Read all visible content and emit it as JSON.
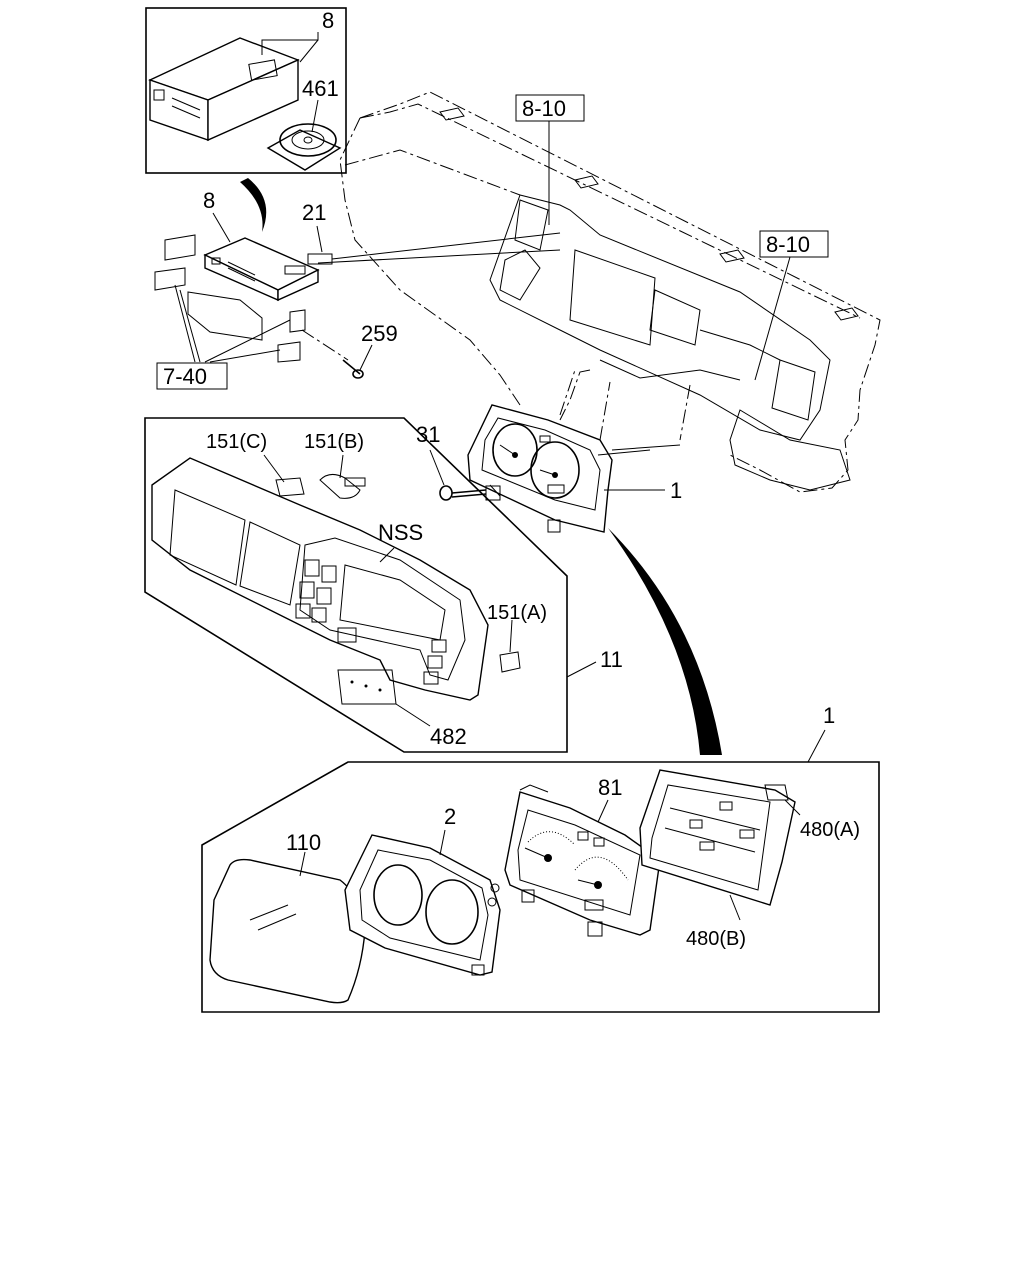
{
  "callouts": {
    "radio_top": "8",
    "cd": "461",
    "ref_8_10_top": "8-10",
    "radio": "8",
    "harness_21": "21",
    "ref_8_10_right": "8-10",
    "screw_259": "259",
    "ref_7_40": "7-40",
    "screw_31": "31",
    "meter_1": "1",
    "bulb_c": "151(C)",
    "bulb_b": "151(B)",
    "nss": "NSS",
    "bulb_a": "151(A)",
    "cluster_11": "11",
    "plate_482": "482",
    "assy_1": "1",
    "lens_110": "110",
    "case_2": "2",
    "dial_81": "81",
    "board_a": "480(A)",
    "board_b": "480(B)"
  }
}
